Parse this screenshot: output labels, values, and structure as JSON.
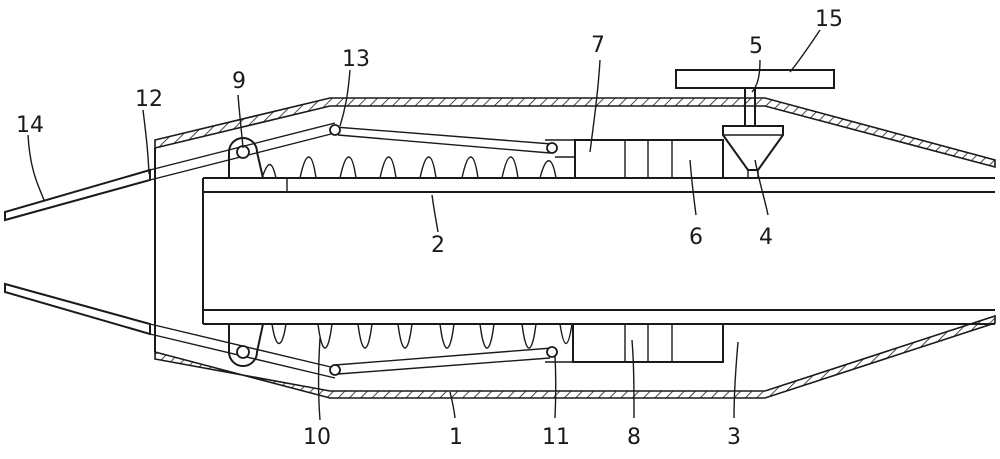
{
  "labels": {
    "l1": "1",
    "l2": "2",
    "l3": "3",
    "l4": "4",
    "l5": "5",
    "l6": "6",
    "l7": "7",
    "l8": "8",
    "l9": "9",
    "l10": "10",
    "l11": "11",
    "l12": "12",
    "l13": "13",
    "l14": "14",
    "l15": "15"
  },
  "colors": {
    "line": "#1a1a1a",
    "background": "#ffffff"
  }
}
